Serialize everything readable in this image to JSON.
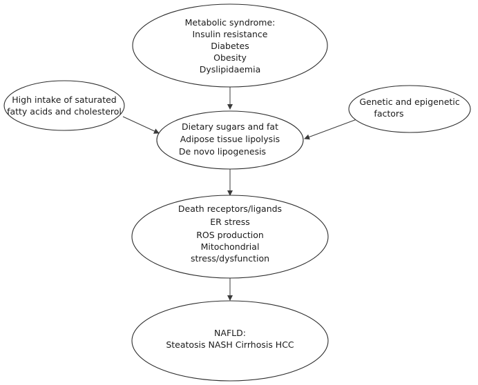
{
  "diagram": {
    "nodes": {
      "metabolic": [
        "Metabolic syndrome:",
        "Insulin resistance",
        "Diabetes",
        "Obesity",
        "Dyslipidaemia"
      ],
      "intake": [
        "High intake of saturated",
        "fatty acids and cholesterol"
      ],
      "genetic": [
        "Genetic and epigenetic",
        "factors"
      ],
      "dietary": [
        "Dietary sugars and fat",
        "Adipose tissue lipolysis",
        "De novo lipogenesis"
      ],
      "stress": [
        "Death receptors/ligands",
        "ER stress",
        "ROS production",
        "Mitochondrial",
        "stress/dysfunction"
      ],
      "nafld": [
        "NAFLD:",
        "Steatosis NASH Cirrhosis HCC"
      ]
    },
    "edges": [
      {
        "from": "metabolic",
        "to": "dietary"
      },
      {
        "from": "intake",
        "to": "dietary"
      },
      {
        "from": "genetic",
        "to": "dietary"
      },
      {
        "from": "dietary",
        "to": "stress"
      },
      {
        "from": "stress",
        "to": "nafld"
      }
    ]
  }
}
